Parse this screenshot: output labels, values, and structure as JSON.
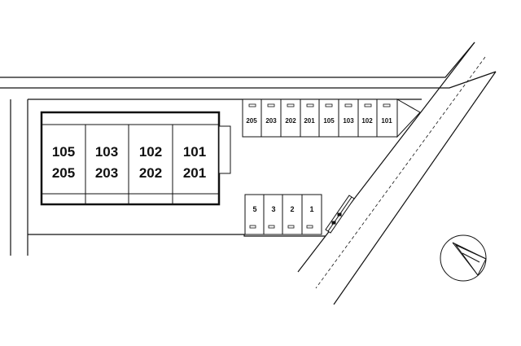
{
  "building": {
    "units": [
      {
        "lower": "105",
        "upper": "205"
      },
      {
        "lower": "103",
        "upper": "203"
      },
      {
        "lower": "102",
        "upper": "202"
      },
      {
        "lower": "101",
        "upper": "201"
      }
    ]
  },
  "parking": {
    "spaces": [
      "205",
      "203",
      "202",
      "201",
      "105",
      "103",
      "102",
      "101"
    ]
  },
  "bike_parking": {
    "spaces": [
      "5",
      "3",
      "2",
      "1"
    ]
  },
  "compass": {
    "icon": "north-arrow-icon"
  }
}
